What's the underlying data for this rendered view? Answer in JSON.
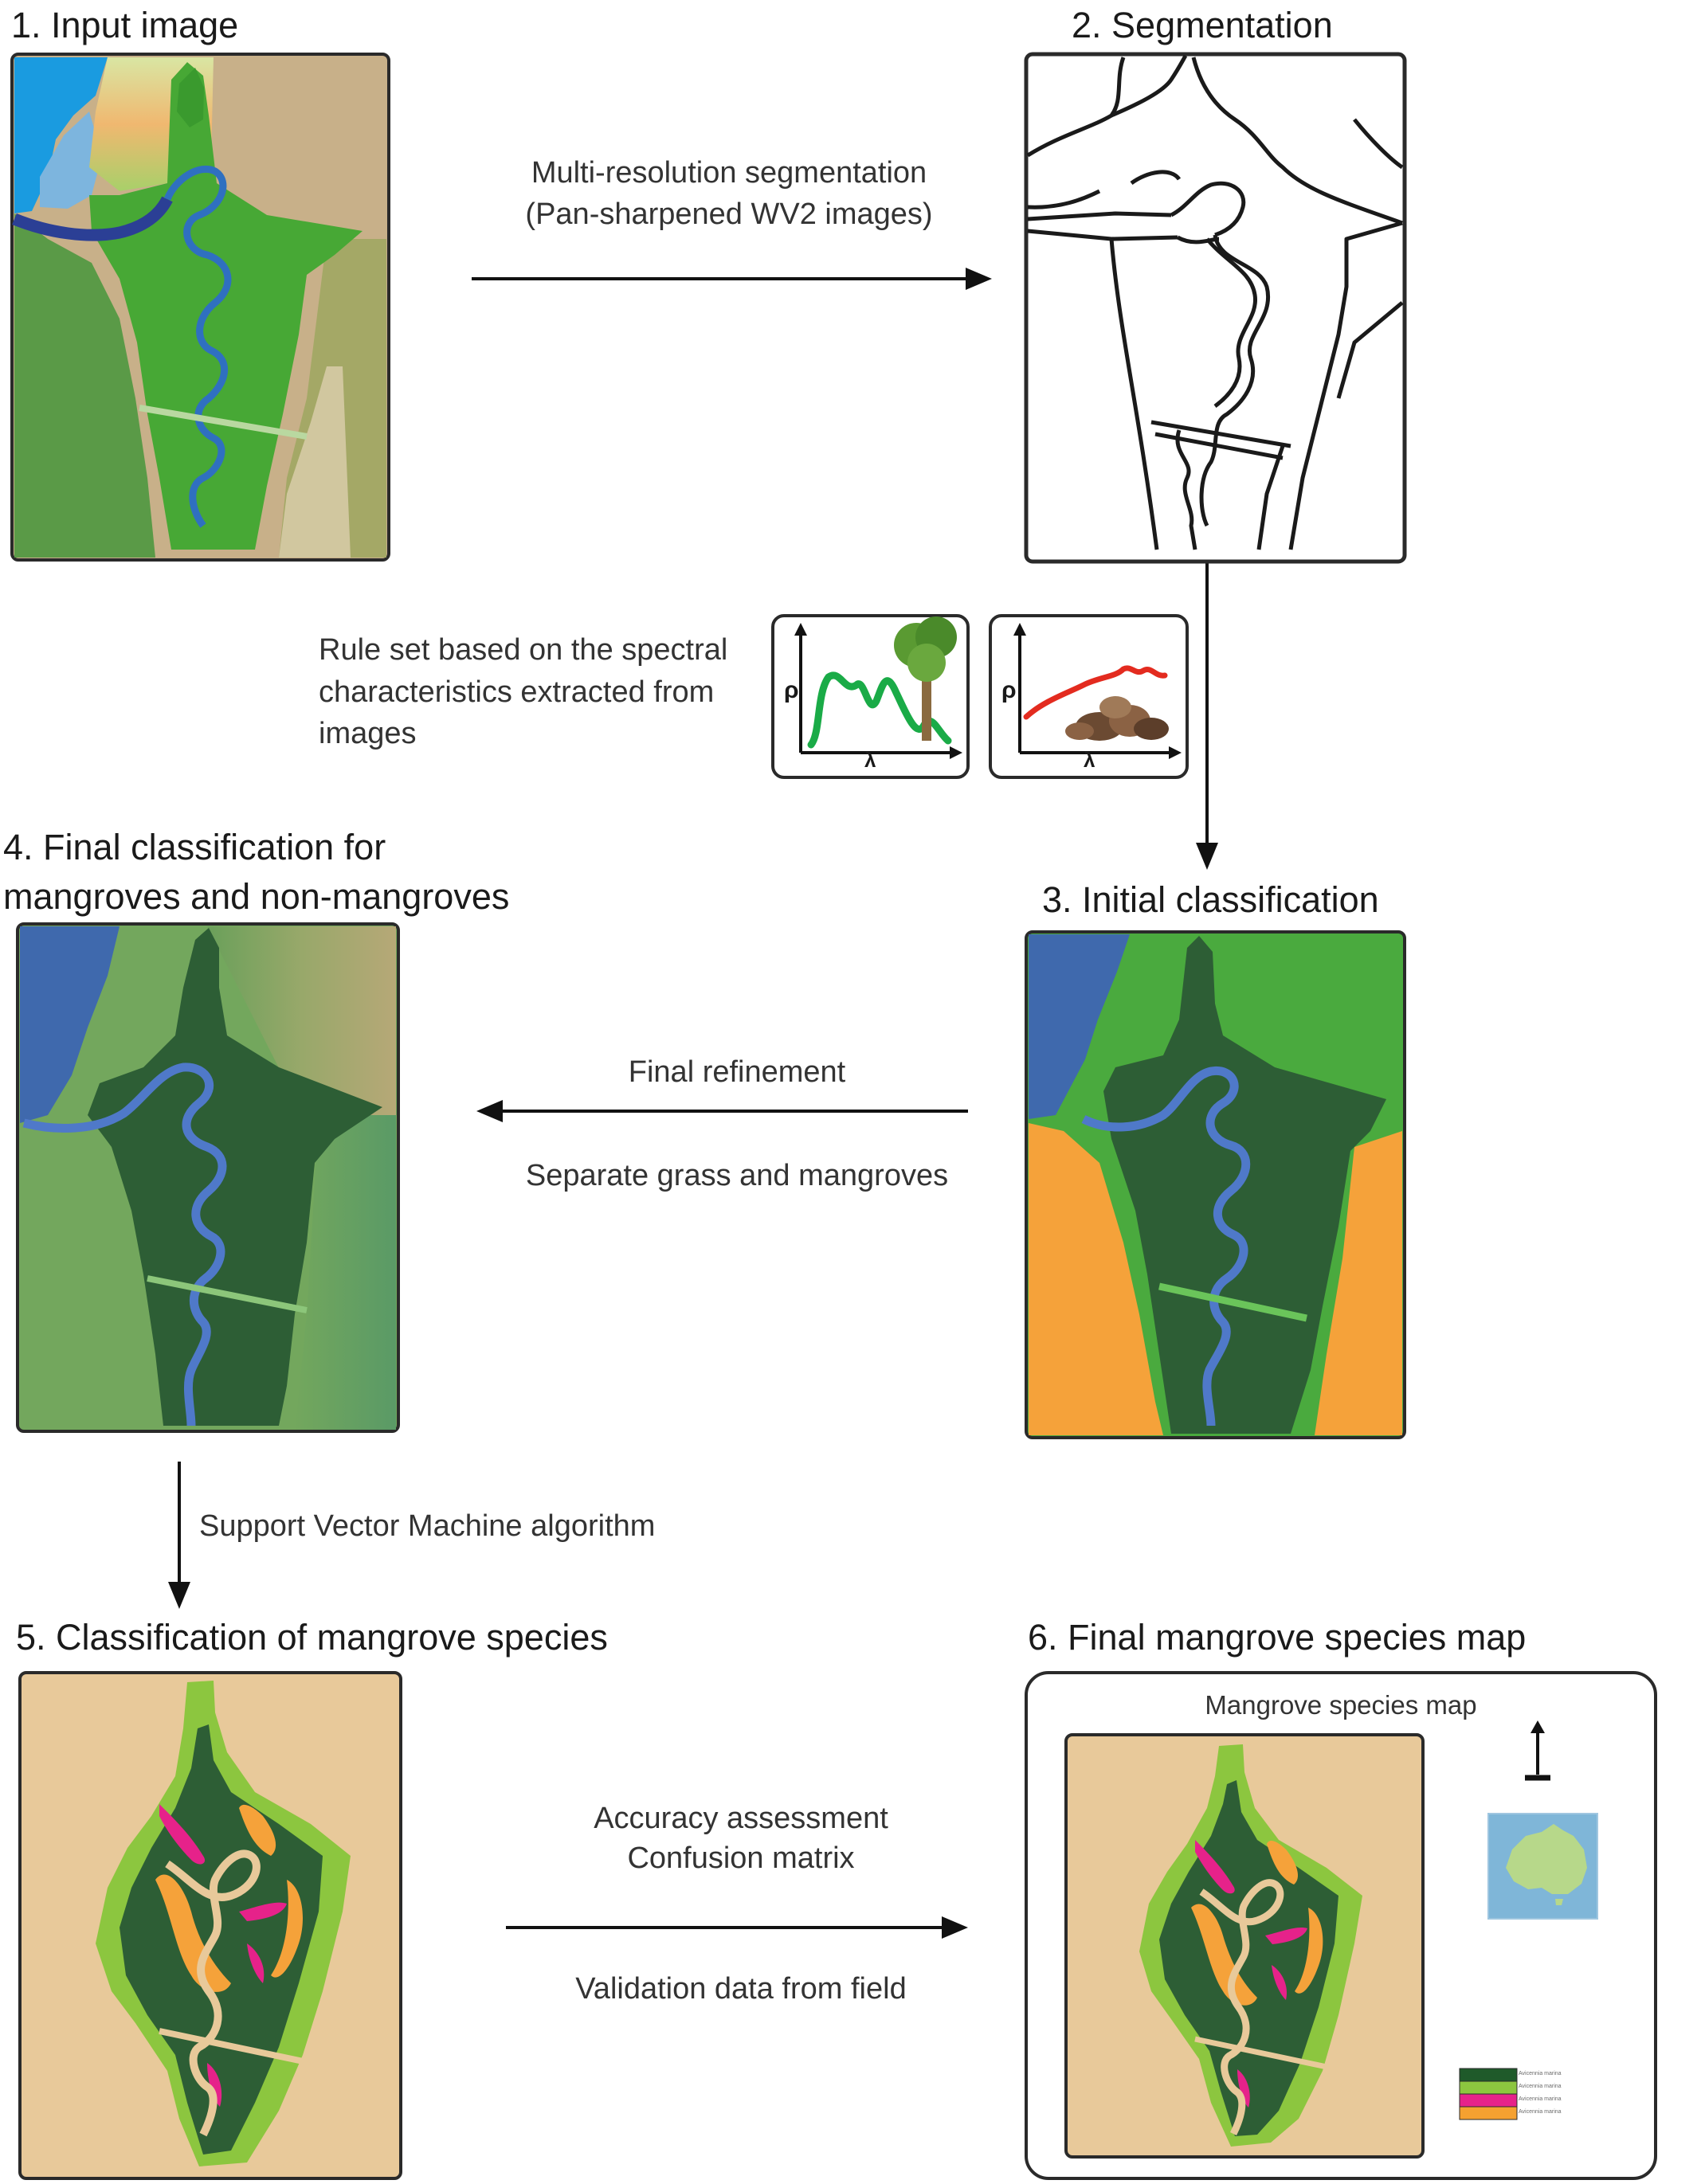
{
  "steps": {
    "s1": "1. Input image",
    "s2": "2. Segmentation",
    "s3": "3. Initial classification",
    "s4_line1": "4. Final classification for",
    "s4_line2": "mangroves and non-mangroves",
    "s5": "5. Classification of mangrove species",
    "s6": "6. Final mangrove species map"
  },
  "edges": {
    "e12_line1": "Multi-resolution segmentation",
    "e12_line2": "(Pan-sharpened WV2 images)",
    "e23_line1": "Rule set based on the spectral",
    "e23_line2": "characteristics extracted from",
    "e23_line3": "images",
    "e34_top": "Final refinement",
    "e34_bottom": "Separate grass and mangroves",
    "e45": "Support Vector Machine algorithm",
    "e56_line1": "Accuracy assessment",
    "e56_line2": "Confusion matrix",
    "e56_bottom": "Validation data from field"
  },
  "spectral_axes": {
    "y_symbol": "ρ",
    "x_symbol": "λ"
  },
  "map_panel": {
    "title": "Mangrove species map"
  },
  "legend": {
    "items": [
      {
        "label": "Avicennia marina",
        "color": "#1f5a2a"
      },
      {
        "label": "Avicennia marina",
        "color": "#8cc63f"
      },
      {
        "label": "Avicennia marina",
        "color": "#e6228a"
      },
      {
        "label": "Avicennia marina",
        "color": "#f5a130"
      }
    ]
  },
  "colors": {
    "dark_mangrove": "#2d5e35",
    "green": "#4aaa3e",
    "light_green": "#8cc63f",
    "water_blue": "#3f69ad",
    "river_blue": "#4f79c9",
    "orange": "#f5a23a",
    "pink": "#e6228a",
    "tan": "#e8c99a",
    "sand": "#c9b089",
    "spectral_green": "#1aab47",
    "spectral_red": "#e32b1f"
  }
}
